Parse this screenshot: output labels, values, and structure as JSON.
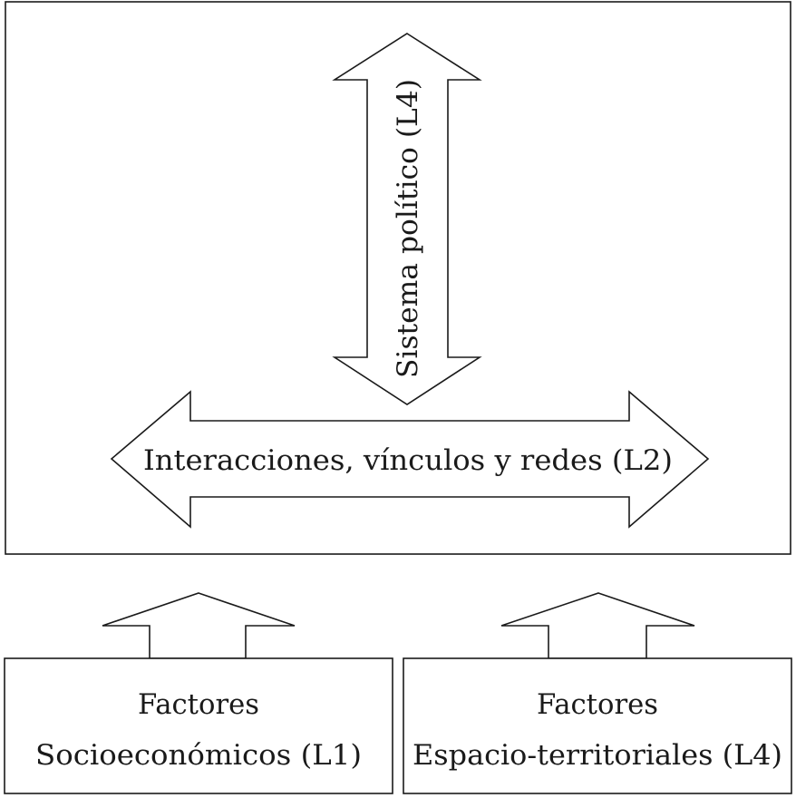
{
  "diagram": {
    "vertical_arrow_label": "Sistema político (L4)",
    "horizontal_arrow_label": "Interacciones, vínculos y redes (L2)",
    "left_box": {
      "line1": "Factores",
      "line2": "Socioeconómicos (L1)"
    },
    "right_box": {
      "line1": "Factores",
      "line2": "Espacio-territoriales (L4)"
    }
  }
}
